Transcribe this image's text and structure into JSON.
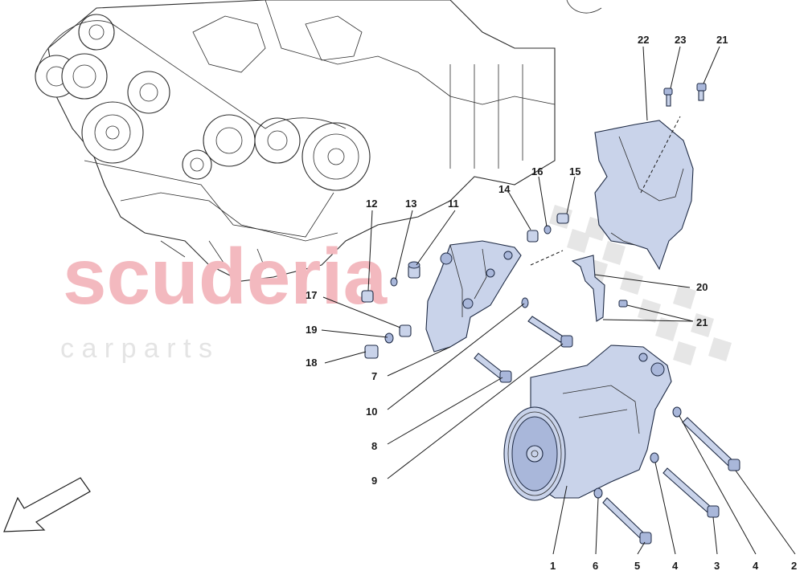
{
  "watermark": {
    "brand": "scuderia",
    "sub": "c a r   p a r t s"
  },
  "colors": {
    "part_fill": "#c9d3ea",
    "part_stroke": "#1e2a44",
    "watermark": "#f3b9bf"
  },
  "callouts": {
    "n1": "1",
    "n2": "2",
    "n3": "3",
    "n4a": "4",
    "n4b": "4",
    "n5": "5",
    "n6": "6",
    "n7": "7",
    "n8": "8",
    "n9": "9",
    "n10": "10",
    "n11": "11",
    "n12": "12",
    "n13": "13",
    "n14": "14",
    "n15": "15",
    "n16": "16",
    "n17": "17",
    "n18": "18",
    "n19": "19",
    "n20": "20",
    "n21a": "21",
    "n21b": "21",
    "n22": "22",
    "n23": "23"
  }
}
